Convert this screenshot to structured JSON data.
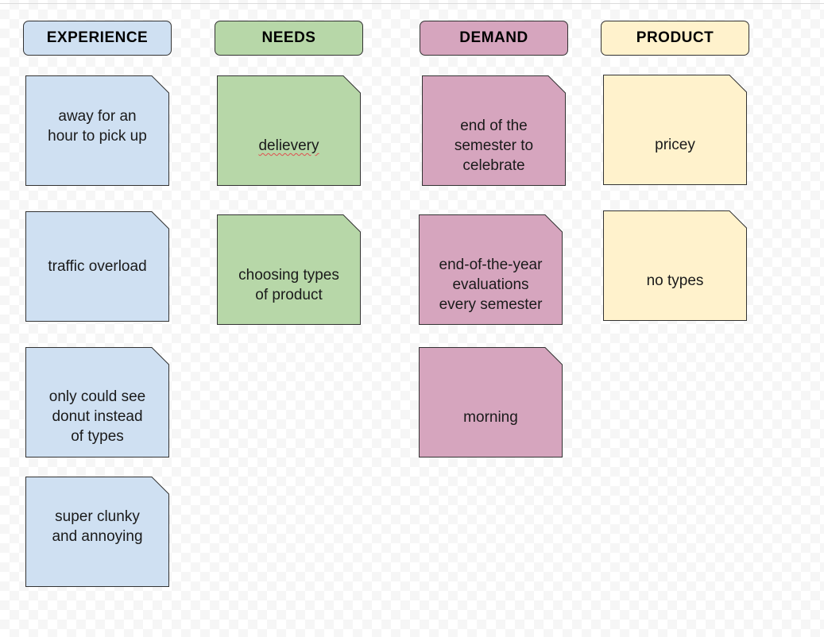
{
  "colors": {
    "experience": "#cfe0f2",
    "needs": "#b7d7a8",
    "demand": "#d6a5be",
    "product": "#fff2cc",
    "border": "#333333"
  },
  "columns": {
    "experience": {
      "header": "EXPERIENCE",
      "notes": [
        "away for an\nhour to pick up",
        "traffic overload",
        "only could see\ndonut instead\nof types",
        "super clunky\nand annoying"
      ]
    },
    "needs": {
      "header": "NEEDS",
      "notes": [
        "delievery",
        "choosing types\nof product"
      ]
    },
    "demand": {
      "header": "DEMAND",
      "notes": [
        "end of the\nsemester to\ncelebrate",
        "end-of-the-year\nevaluations\nevery semester",
        "morning"
      ]
    },
    "product": {
      "header": "PRODUCT",
      "notes": [
        "pricey",
        "no types"
      ]
    }
  }
}
